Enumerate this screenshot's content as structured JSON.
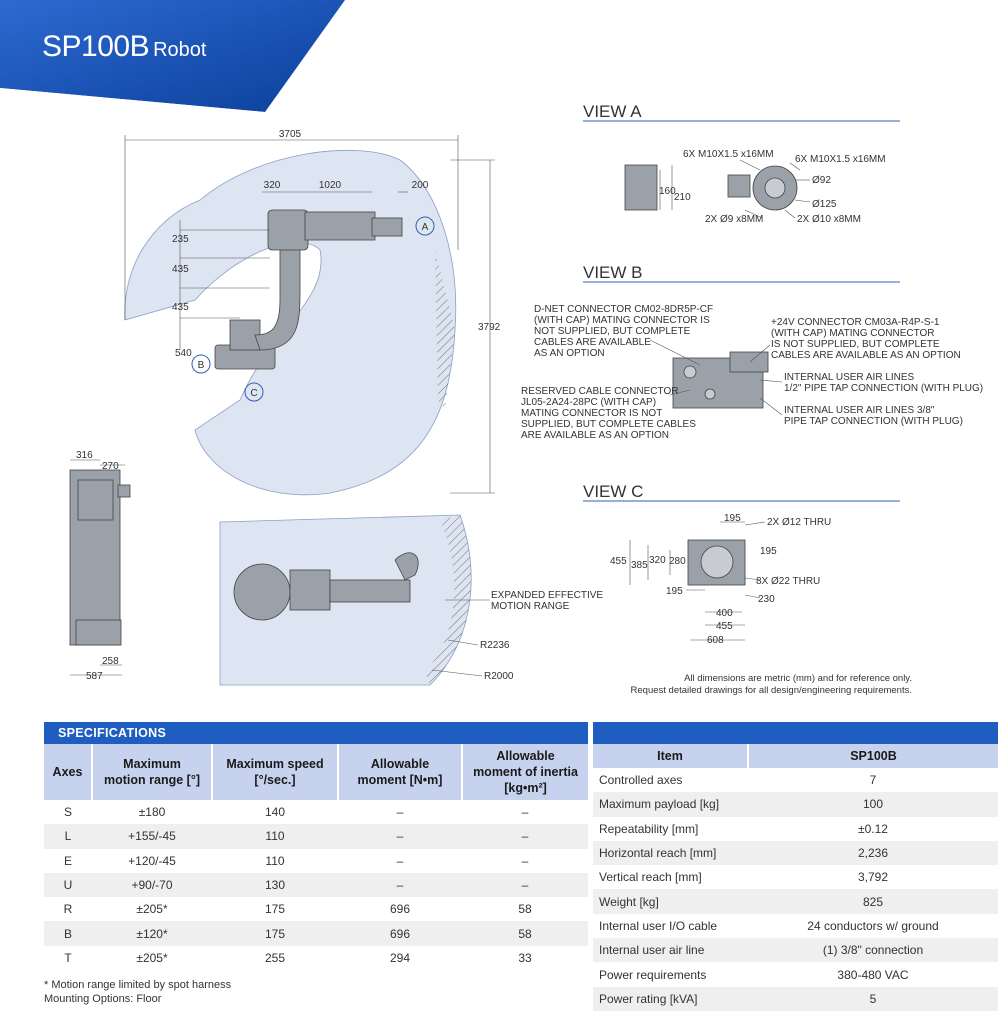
{
  "header": {
    "model": "SP100B",
    "kind": "Robot",
    "color": "#1f5ec0"
  },
  "main_view": {
    "dims": {
      "d3705": "3705",
      "d320": "320",
      "d1020": "1020",
      "d200": "200",
      "d235": "235",
      "d435a": "435",
      "d435b": "435",
      "d540": "540",
      "d3792": "3792"
    },
    "callouts": {
      "a": "A",
      "b": "B",
      "c": "C"
    }
  },
  "side_view": {
    "d316": "316",
    "d270": "270",
    "d258": "258",
    "d587": "587"
  },
  "top_view": {
    "range_label_1": "EXPANDED EFFECTIVE",
    "range_label_2": "MOTION RANGE",
    "r2236": "R2236",
    "r2000": "R2000"
  },
  "view_a": {
    "title": "VIEW A",
    "note1": "6X M10X1.5 x16MM",
    "note2": "6X M10X1.5 x16MM",
    "d92": "Ø92",
    "d125": "Ø125",
    "note3": "2X Ø9 x8MM",
    "note4": "2X Ø10 x8MM",
    "d160": "160",
    "d210": "210"
  },
  "view_b": {
    "title": "VIEW B",
    "dnet": [
      "D-NET CONNECTOR CM02-8DR5P-CF",
      "(WITH CAP) MATING CONNECTOR IS",
      "NOT SUPPLIED, BUT COMPLETE",
      "CABLES ARE AVAILABLE",
      "AS AN OPTION"
    ],
    "p24v": [
      "+24V CONNECTOR CM03A-R4P-S-1",
      "(WITH CAP) MATING CONNECTOR",
      "IS NOT SUPPLIED, BUT COMPLETE",
      "CABLES ARE AVAILABLE AS AN OPTION"
    ],
    "air12": [
      "INTERNAL USER AIR LINES",
      "1/2\" PIPE TAP CONNECTION (WITH PLUG)"
    ],
    "reserved": [
      "RESERVED CABLE CONNECTOR",
      "JL05-2A24-28PC (WITH CAP)",
      "MATING CONNECTOR IS NOT",
      "SUPPLIED, BUT COMPLETE CABLES",
      "ARE AVAILABLE AS AN OPTION"
    ],
    "air38": [
      "INTERNAL USER AIR LINES 3/8\"",
      "PIPE TAP CONNECTION (WITH PLUG)"
    ]
  },
  "view_c": {
    "title": "VIEW C",
    "d195a": "195",
    "thru12": "2X Ø12 THRU",
    "d195b": "195",
    "d455": "455",
    "d385": "385",
    "d320": "320",
    "d280": "280",
    "thru22": "8X Ø22 THRU",
    "d195c": "195",
    "d230": "230",
    "d400": "400",
    "d455b": "455",
    "d608": "608"
  },
  "disclaimer": [
    "All dimensions are metric (mm) and for reference only.",
    "Request detailed drawings for all design/engineering requirements."
  ],
  "specifications": {
    "title": "SPECIFICATIONS",
    "headers": [
      [
        "Axes"
      ],
      [
        "Maximum",
        "motion range [°]"
      ],
      [
        "Maximum speed",
        "[°/sec.]"
      ],
      [
        "Allowable",
        "moment [N•m]"
      ],
      [
        "Allowable",
        "moment of inertia",
        "[kg•m²]"
      ]
    ],
    "rows": [
      [
        "S",
        "±180",
        "140",
        "–",
        "–"
      ],
      [
        "L",
        "+155/-45",
        "110",
        "–",
        "–"
      ],
      [
        "E",
        "+120/-45",
        "110",
        "–",
        "–"
      ],
      [
        "U",
        "+90/-70",
        "130",
        "–",
        "–"
      ],
      [
        "R",
        "±205*",
        "175",
        "696",
        "58"
      ],
      [
        "B",
        "±120*",
        "175",
        "696",
        "58"
      ],
      [
        "T",
        "±205*",
        "255",
        "294",
        "33"
      ]
    ],
    "footnote": "* Motion range limited by spot harness",
    "mounting": "Mounting Options: Floor"
  },
  "items": {
    "headers": [
      "Item",
      "SP100B"
    ],
    "rows": [
      [
        "Controlled axes",
        "7"
      ],
      [
        "Maximum payload [kg]",
        "100"
      ],
      [
        "Repeatability [mm]",
        "±0.12"
      ],
      [
        "Horizontal reach [mm]",
        "2,236"
      ],
      [
        "Vertical reach [mm]",
        "3,792"
      ],
      [
        "Weight [kg]",
        "825"
      ],
      [
        "Internal user I/O cable",
        "24 conductors w/ ground"
      ],
      [
        "Internal user air line",
        "(1) 3/8\" connection"
      ],
      [
        "Power requirements",
        "380-480 VAC"
      ],
      [
        "Power rating [kVA]",
        "5"
      ]
    ]
  }
}
